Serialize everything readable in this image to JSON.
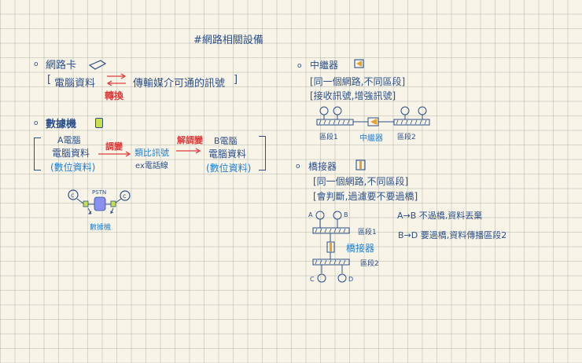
{
  "title": "#網路相關設備",
  "left": {
    "nic": {
      "heading": "網路卡",
      "icon": "network-card-icon",
      "left_text": "電腦資料",
      "right_text": "傳輸媒介可通的訊號",
      "arrow_label": "轉換",
      "bracket_open": "[",
      "bracket_close": "]"
    },
    "modem": {
      "heading": "數據機",
      "icon": "modem-icon",
      "a_title": "A電腦",
      "a_data": "電腦資料",
      "a_digital": "(數位資料)",
      "modulate_label": "調變",
      "analog": "類比訊號",
      "analog_example": "ex電話線",
      "demodulate_label": "解調變",
      "b_title": "B電腦",
      "b_data": "電腦資料",
      "b_digital": "(數位資料)",
      "diagram": {
        "network_label": "PSTN",
        "device_label": "數據機",
        "computer_glyph": "©"
      }
    }
  },
  "right": {
    "repeater": {
      "heading": "中繼器",
      "icon": "repeater-icon",
      "note1": "[同一個網路,不同區段]",
      "note2": "[接收訊號,增強訊號]",
      "diagram": {
        "segment1": "區段1",
        "segment2": "區段2",
        "device_label": "中繼器",
        "computer_glyph": "©"
      }
    },
    "bridge": {
      "heading": "橋接器",
      "icon": "bridge-icon",
      "note1": "[同一個網路,不同區段]",
      "note2": "[會判斷,過濾要不要過橋]",
      "diagram": {
        "segment1": "區段1",
        "segment2": "區段2",
        "device_label": "橋接器",
        "computer_glyph": "©",
        "labels": [
          "A",
          "B",
          "C",
          "D"
        ]
      },
      "rule1": "A→B 不過橋,資料丟棄",
      "rule2": "B→D 要過橋,資料傳播區段2"
    }
  },
  "colors": {
    "ink": "#2c4f8a",
    "accent_blue": "#1f7fd6",
    "accent_red": "#e03a3a",
    "modem_green": "#c8e04a",
    "repeater_orange": "#e8a02a",
    "pstn_purple": "#8a8ff0",
    "paper": "#f8f5e8"
  }
}
